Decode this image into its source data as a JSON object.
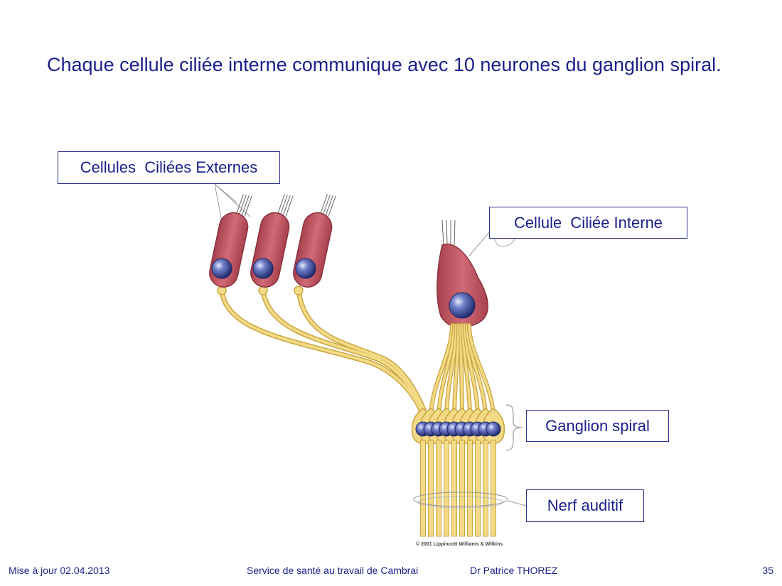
{
  "slide": {
    "title": "Chaque cellule ciliée interne communique avec 10 neurones du ganglion spiral."
  },
  "labels": {
    "outer_hair_cells": "Cellules  Ciliées Externes",
    "inner_hair_cell": "Cellule  Ciliée Interne",
    "spiral_ganglion": "Ganglion spiral",
    "auditory_nerve": "Nerf auditif"
  },
  "copyright": "© 2001 Lippincott Williams & Wilkins",
  "footer": {
    "updated": "Mise à jour 02.04.2013",
    "service": "Service de santé au travail de Cambrai",
    "author": "Dr Patrice THOREZ",
    "page": "35"
  },
  "colors": {
    "text": "#1b1f8a",
    "hair_cell": "#c25563",
    "nucleus": "#2a3a8c",
    "neuron": "#f0d27a"
  }
}
